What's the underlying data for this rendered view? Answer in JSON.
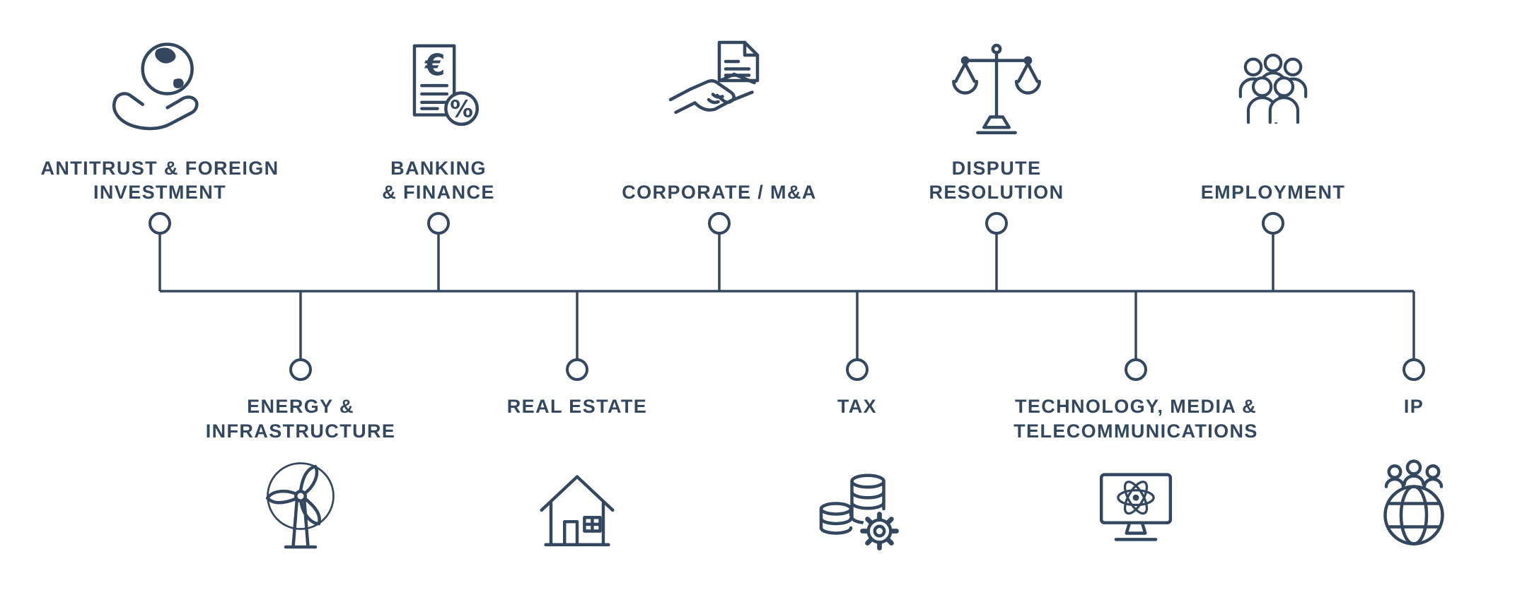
{
  "colors": {
    "accent": "#33475E",
    "background": "#FFFFFF"
  },
  "diagram": {
    "description": "Practice areas timeline diagram",
    "top_items": [
      {
        "label": "ANTITRUST & FOREIGN\nINVESTMENT",
        "icon": "hand-globe-icon"
      },
      {
        "label": "BANKING\n& FINANCE",
        "icon": "euro-document-percent-icon"
      },
      {
        "label": "CORPORATE / M&A",
        "icon": "handshake-contract-icon"
      },
      {
        "label": "DISPUTE\nRESOLUTION",
        "icon": "scales-of-justice-icon"
      },
      {
        "label": "EMPLOYMENT",
        "icon": "people-group-icon"
      }
    ],
    "bottom_items": [
      {
        "label": "ENERGY &\nINFRASTRUCTURE",
        "icon": "wind-turbine-icon"
      },
      {
        "label": "REAL ESTATE",
        "icon": "house-icon"
      },
      {
        "label": "TAX",
        "icon": "coins-gear-icon"
      },
      {
        "label": "TECHNOLOGY, MEDIA &\nTELECOMMUNICATIONS",
        "icon": "computer-atom-icon"
      },
      {
        "label": "IP",
        "icon": "globe-people-icon"
      }
    ]
  }
}
